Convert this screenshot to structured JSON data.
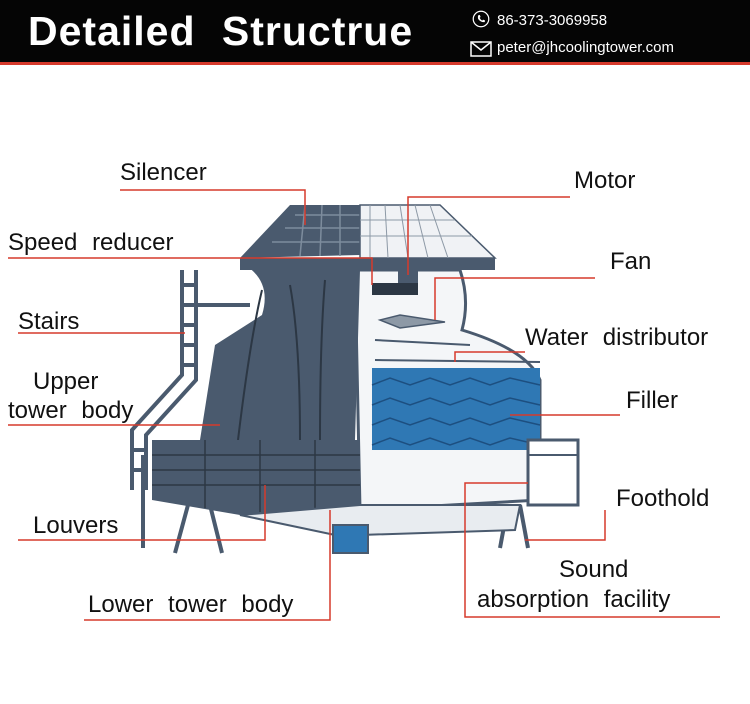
{
  "header": {
    "title": "Detailed  Structrue",
    "phone": "86-373-3069958",
    "email": "peter@jhcoolingtower.com"
  },
  "labels": {
    "silencer": "Silencer",
    "motor": "Motor",
    "speed_reducer": "Speed  reducer",
    "fan": "Fan",
    "stairs": "Stairs",
    "water_distributor": "Water  distributor",
    "upper_tower_body_1": "Upper",
    "upper_tower_body_2": "tower  body",
    "filler": "Filler",
    "foothold": "Foothold",
    "louvers": "Louvers",
    "sound_absorption_1": "Sound",
    "sound_absorption_2": "absorption  facility",
    "lower_tower_body": "Lower  tower  body"
  },
  "colors": {
    "header_bg": "#050505",
    "accent": "#d63a2c",
    "tower_dark": "#4a5a6e",
    "filler_blue": "#2f78b4",
    "leader_line": "#d63a2c"
  },
  "icons": [
    "phone-icon",
    "mail-icon"
  ]
}
